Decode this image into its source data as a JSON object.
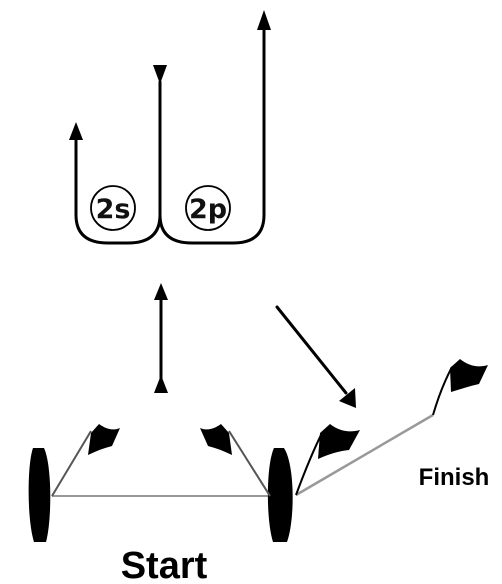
{
  "labels": {
    "mark_2s": "2s",
    "mark_2p": "2p",
    "start": "Start",
    "finish": "Finish"
  },
  "colors": {
    "ink": "#000000",
    "line_gray": "#999999",
    "background": "#ffffff"
  },
  "icons": [
    "start-buoy-left-icon",
    "start-buoy-right-icon",
    "flag-icon",
    "arrow-icon"
  ]
}
